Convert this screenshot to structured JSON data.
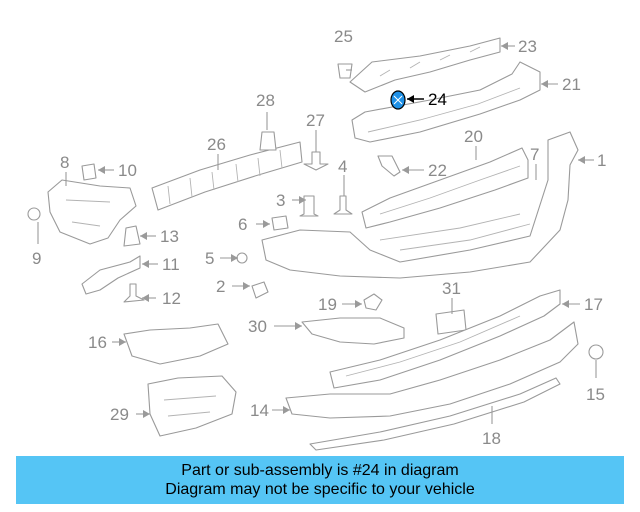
{
  "callouts": [
    {
      "id": "c1",
      "text": "1"
    },
    {
      "id": "c2",
      "text": "2"
    },
    {
      "id": "c3",
      "text": "3"
    },
    {
      "id": "c4",
      "text": "4"
    },
    {
      "id": "c5",
      "text": "5"
    },
    {
      "id": "c6",
      "text": "6"
    },
    {
      "id": "c7",
      "text": "7"
    },
    {
      "id": "c8",
      "text": "8"
    },
    {
      "id": "c9",
      "text": "9"
    },
    {
      "id": "c10",
      "text": "10"
    },
    {
      "id": "c11",
      "text": "11"
    },
    {
      "id": "c12",
      "text": "12"
    },
    {
      "id": "c13",
      "text": "13"
    },
    {
      "id": "c14",
      "text": "14"
    },
    {
      "id": "c15",
      "text": "15"
    },
    {
      "id": "c16",
      "text": "16"
    },
    {
      "id": "c17",
      "text": "17"
    },
    {
      "id": "c18",
      "text": "18"
    },
    {
      "id": "c19",
      "text": "19"
    },
    {
      "id": "c20",
      "text": "20"
    },
    {
      "id": "c21",
      "text": "21"
    },
    {
      "id": "c22",
      "text": "22"
    },
    {
      "id": "c23",
      "text": "23"
    },
    {
      "id": "c24",
      "text": "24"
    },
    {
      "id": "c25",
      "text": "25"
    },
    {
      "id": "c26",
      "text": "26"
    },
    {
      "id": "c27",
      "text": "27"
    },
    {
      "id": "c28",
      "text": "28"
    },
    {
      "id": "c29",
      "text": "29"
    },
    {
      "id": "c30",
      "text": "30"
    },
    {
      "id": "c31",
      "text": "31"
    }
  ],
  "highlighted_part": "24",
  "colors": {
    "banner": "#55c5f5",
    "highlight_part": "#1e90e6",
    "line_art": "#9a9a9a"
  },
  "banner": {
    "line1": "Part or sub-assembly is #24 in diagram",
    "line2": "Diagram may not be specific to your vehicle"
  }
}
